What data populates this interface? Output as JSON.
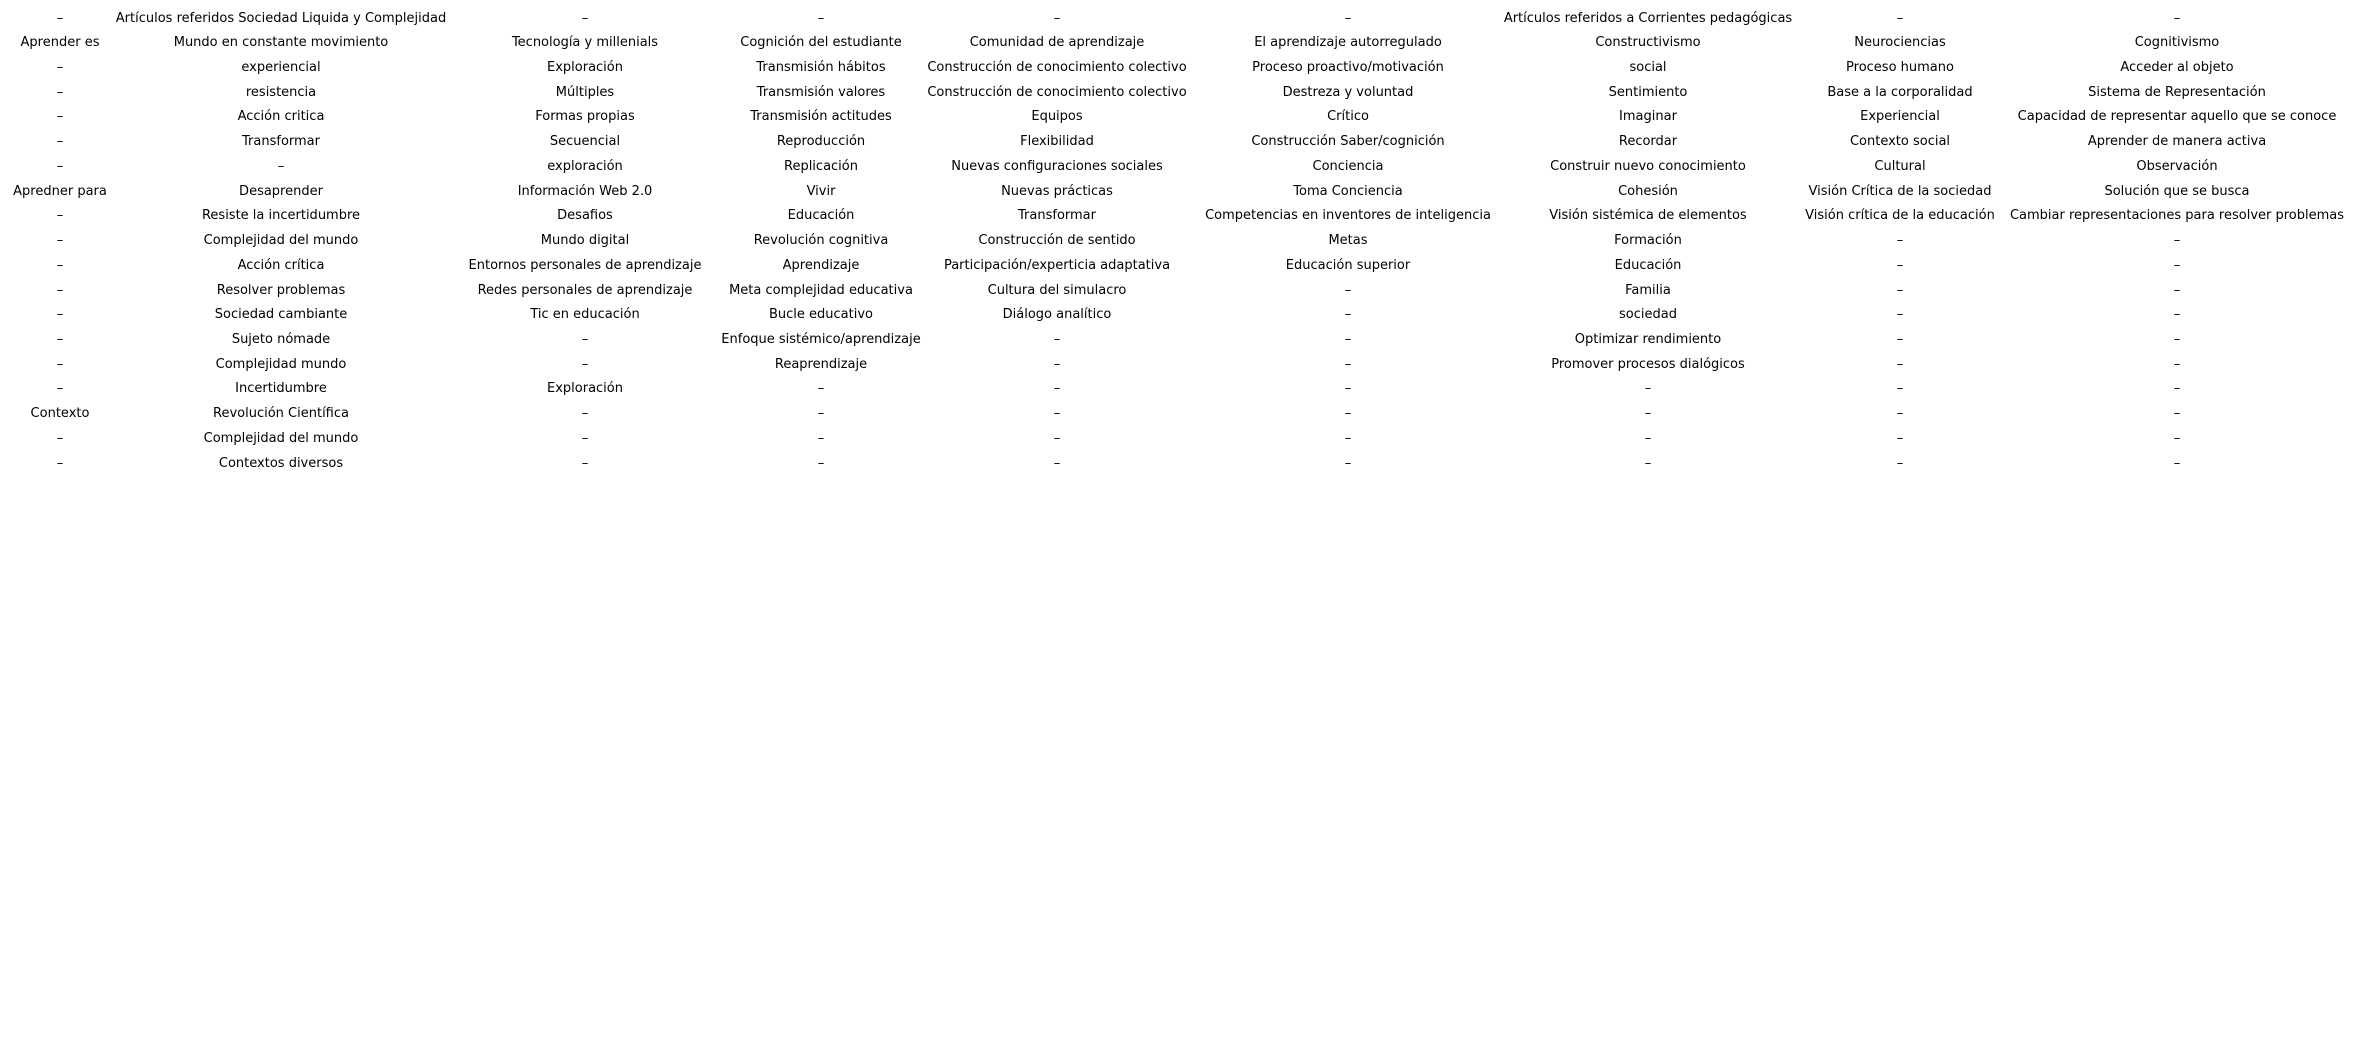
{
  "page": {
    "background_color": "#ffffff",
    "text_color": "#000000"
  },
  "table": {
    "empty_marker": "–",
    "num_rows": 19,
    "num_columns": 9,
    "rows": [
      [
        "–",
        "Artículos referidos Sociedad Liquida y Complejidad",
        "–",
        "–",
        "–",
        "–",
        "Artículos referidos a Corrientes pedagógicas",
        "–",
        "–"
      ],
      [
        "Aprender es",
        "Mundo en constante movimiento",
        "Tecnología y millenials",
        "Cognición del estudiante",
        "Comunidad de aprendizaje",
        "El aprendizaje autorregulado",
        "Constructivismo",
        "Neurociencias",
        "Cognitivismo"
      ],
      [
        "–",
        "experiencial",
        "Exploración",
        "Transmisión hábitos",
        "Construcción de conocimiento colectivo",
        "Proceso proactivo/motivación",
        "social",
        "Proceso humano",
        "Acceder al objeto"
      ],
      [
        "–",
        "resistencia",
        "Múltiples",
        "Transmisión valores",
        "Construcción de conocimiento colectivo",
        "Destreza y voluntad",
        "Sentimiento",
        "Base a la corporalidad",
        "Sistema de Representación"
      ],
      [
        "–",
        "Acción critica",
        "Formas propias",
        "Transmisión actitudes",
        "Equipos",
        "Crítico",
        "Imaginar",
        "Experiencial",
        "Capacidad de representar aquello que se conoce"
      ],
      [
        "–",
        "Transformar",
        "Secuencial",
        "Reproducción",
        "Flexibilidad",
        "Construcción Saber/cognición",
        "Recordar",
        "Contexto social",
        "Aprender de manera activa"
      ],
      [
        "–",
        "–",
        "exploración",
        "Replicación",
        "Nuevas configuraciones sociales",
        "Conciencia",
        "Construir nuevo conocimiento",
        "Cultural",
        "Observación"
      ],
      [
        "Apredner para",
        "Desaprender",
        "Información Web 2.0",
        "Vivir",
        "Nuevas prácticas",
        "Toma Conciencia",
        "Cohesión",
        "Visión Crítica de la sociedad",
        "Solución que se busca"
      ],
      [
        "–",
        "Resiste la incertidumbre",
        "Desafios",
        "Educación",
        "Transformar",
        "Competencias en inventores de inteligencia",
        "Visión sistémica de elementos",
        "Visión crítica de la educación",
        "Cambiar representaciones para resolver problemas"
      ],
      [
        "–",
        "Complejidad del mundo",
        "Mundo digital",
        "Revolución cognitiva",
        "Construcción de sentido",
        "Metas",
        "Formación",
        "–",
        "–"
      ],
      [
        "–",
        "Acción crítica",
        "Entornos personales de aprendizaje",
        "Aprendizaje",
        "Participación/experticia adaptativa",
        "Educación superior",
        "Educación",
        "–",
        "–"
      ],
      [
        "–",
        "Resolver problemas",
        "Redes personales de aprendizaje",
        "Meta complejidad educativa",
        "Cultura del simulacro",
        "–",
        "Familia",
        "–",
        "–"
      ],
      [
        "–",
        "Sociedad cambiante",
        "Tic en educación",
        "Bucle educativo",
        "Diálogo analítico",
        "–",
        "sociedad",
        "–",
        "–"
      ],
      [
        "–",
        "Sujeto nómade",
        "–",
        "Enfoque sistémico/aprendizaje",
        "–",
        "–",
        "Optimizar rendimiento",
        "–",
        "–"
      ],
      [
        "–",
        "Complejidad mundo",
        "–",
        "Reaprendizaje",
        "–",
        "–",
        "Promover procesos dialógicos",
        "–",
        "–"
      ],
      [
        "–",
        "Incertidumbre",
        "Exploración",
        "–",
        "–",
        "–",
        "–",
        "–",
        "–"
      ],
      [
        "Contexto",
        "Revolución Científica",
        "–",
        "–",
        "–",
        "–",
        "–",
        "–",
        "–"
      ],
      [
        "–",
        "Complejidad del mundo",
        "–",
        "–",
        "–",
        "–",
        "–",
        "–",
        "–"
      ],
      [
        "–",
        "Contextos diversos",
        "–",
        "–",
        "–",
        "–",
        "–",
        "–",
        "–"
      ]
    ]
  }
}
